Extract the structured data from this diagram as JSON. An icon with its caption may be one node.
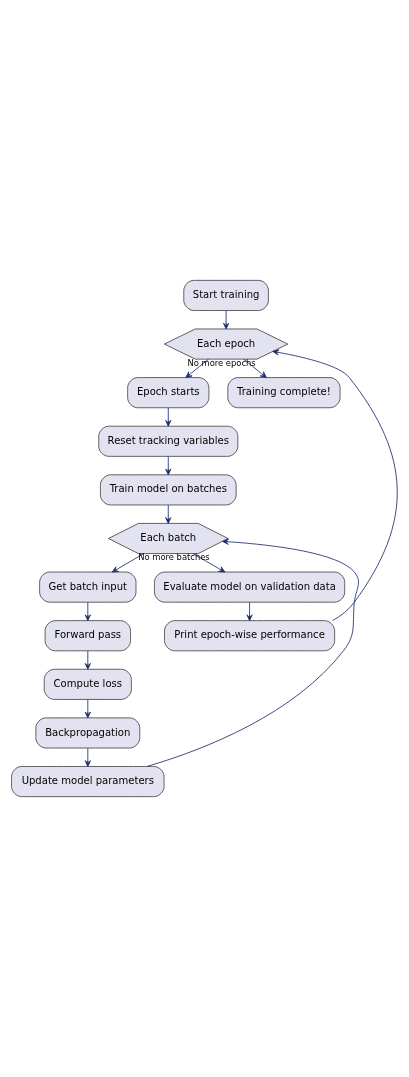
{
  "diagram": {
    "nodes": [
      {
        "text": [
          "Start training"
        ]
      },
      {
        "text": [
          "Each epoch"
        ]
      },
      {
        "text": [
          "Epoch starts"
        ]
      },
      {
        "text": [
          "Reset tracking variables"
        ]
      },
      {
        "text": [
          "Train model on batches"
        ]
      },
      {
        "text": [
          "Each batch"
        ]
      },
      {
        "text": [
          "Get batch input"
        ]
      },
      {
        "text": [
          "Forward pass"
        ]
      },
      {
        "text": [
          "Compute loss"
        ]
      },
      {
        "text": [
          "Backpropagation"
        ]
      },
      {
        "text": [
          "Update model parameters"
        ]
      },
      {
        "text": [
          "Evaluate model on validation data"
        ]
      },
      {
        "text": [
          "Print epoch-wise performance"
        ]
      },
      {
        "text": [
          "Training complete!"
        ]
      }
    ],
    "edges": [
      {
        "from": 0,
        "to": 1,
        "arrow": "to"
      },
      {
        "from": 1,
        "to": 2,
        "arrow": "to"
      },
      {
        "from": 2,
        "to": 3,
        "arrow": "to"
      },
      {
        "from": 3,
        "to": 4,
        "arrow": "to"
      },
      {
        "from": 4,
        "to": 5,
        "arrow": "to"
      },
      {
        "from": 5,
        "to": 6,
        "arrow": "to"
      },
      {
        "from": 6,
        "to": 7,
        "arrow": "to"
      },
      {
        "from": 7,
        "to": 8,
        "arrow": "to"
      },
      {
        "from": 8,
        "to": 9,
        "arrow": "to"
      },
      {
        "from": 9,
        "to": 10,
        "arrow": "to"
      },
      {
        "from": 10,
        "to": 5,
        "arrow": "to"
      },
      {
        "from": 5,
        "to": 11,
        "arrow": "to",
        "label": "No more batches"
      },
      {
        "from": 11,
        "to": 12,
        "arrow": "to"
      },
      {
        "from": 12,
        "to": 1,
        "arrow": "to"
      },
      {
        "from": 1,
        "to": 13,
        "arrow": "to",
        "label": "No more epochs"
      }
    ]
  }
}
